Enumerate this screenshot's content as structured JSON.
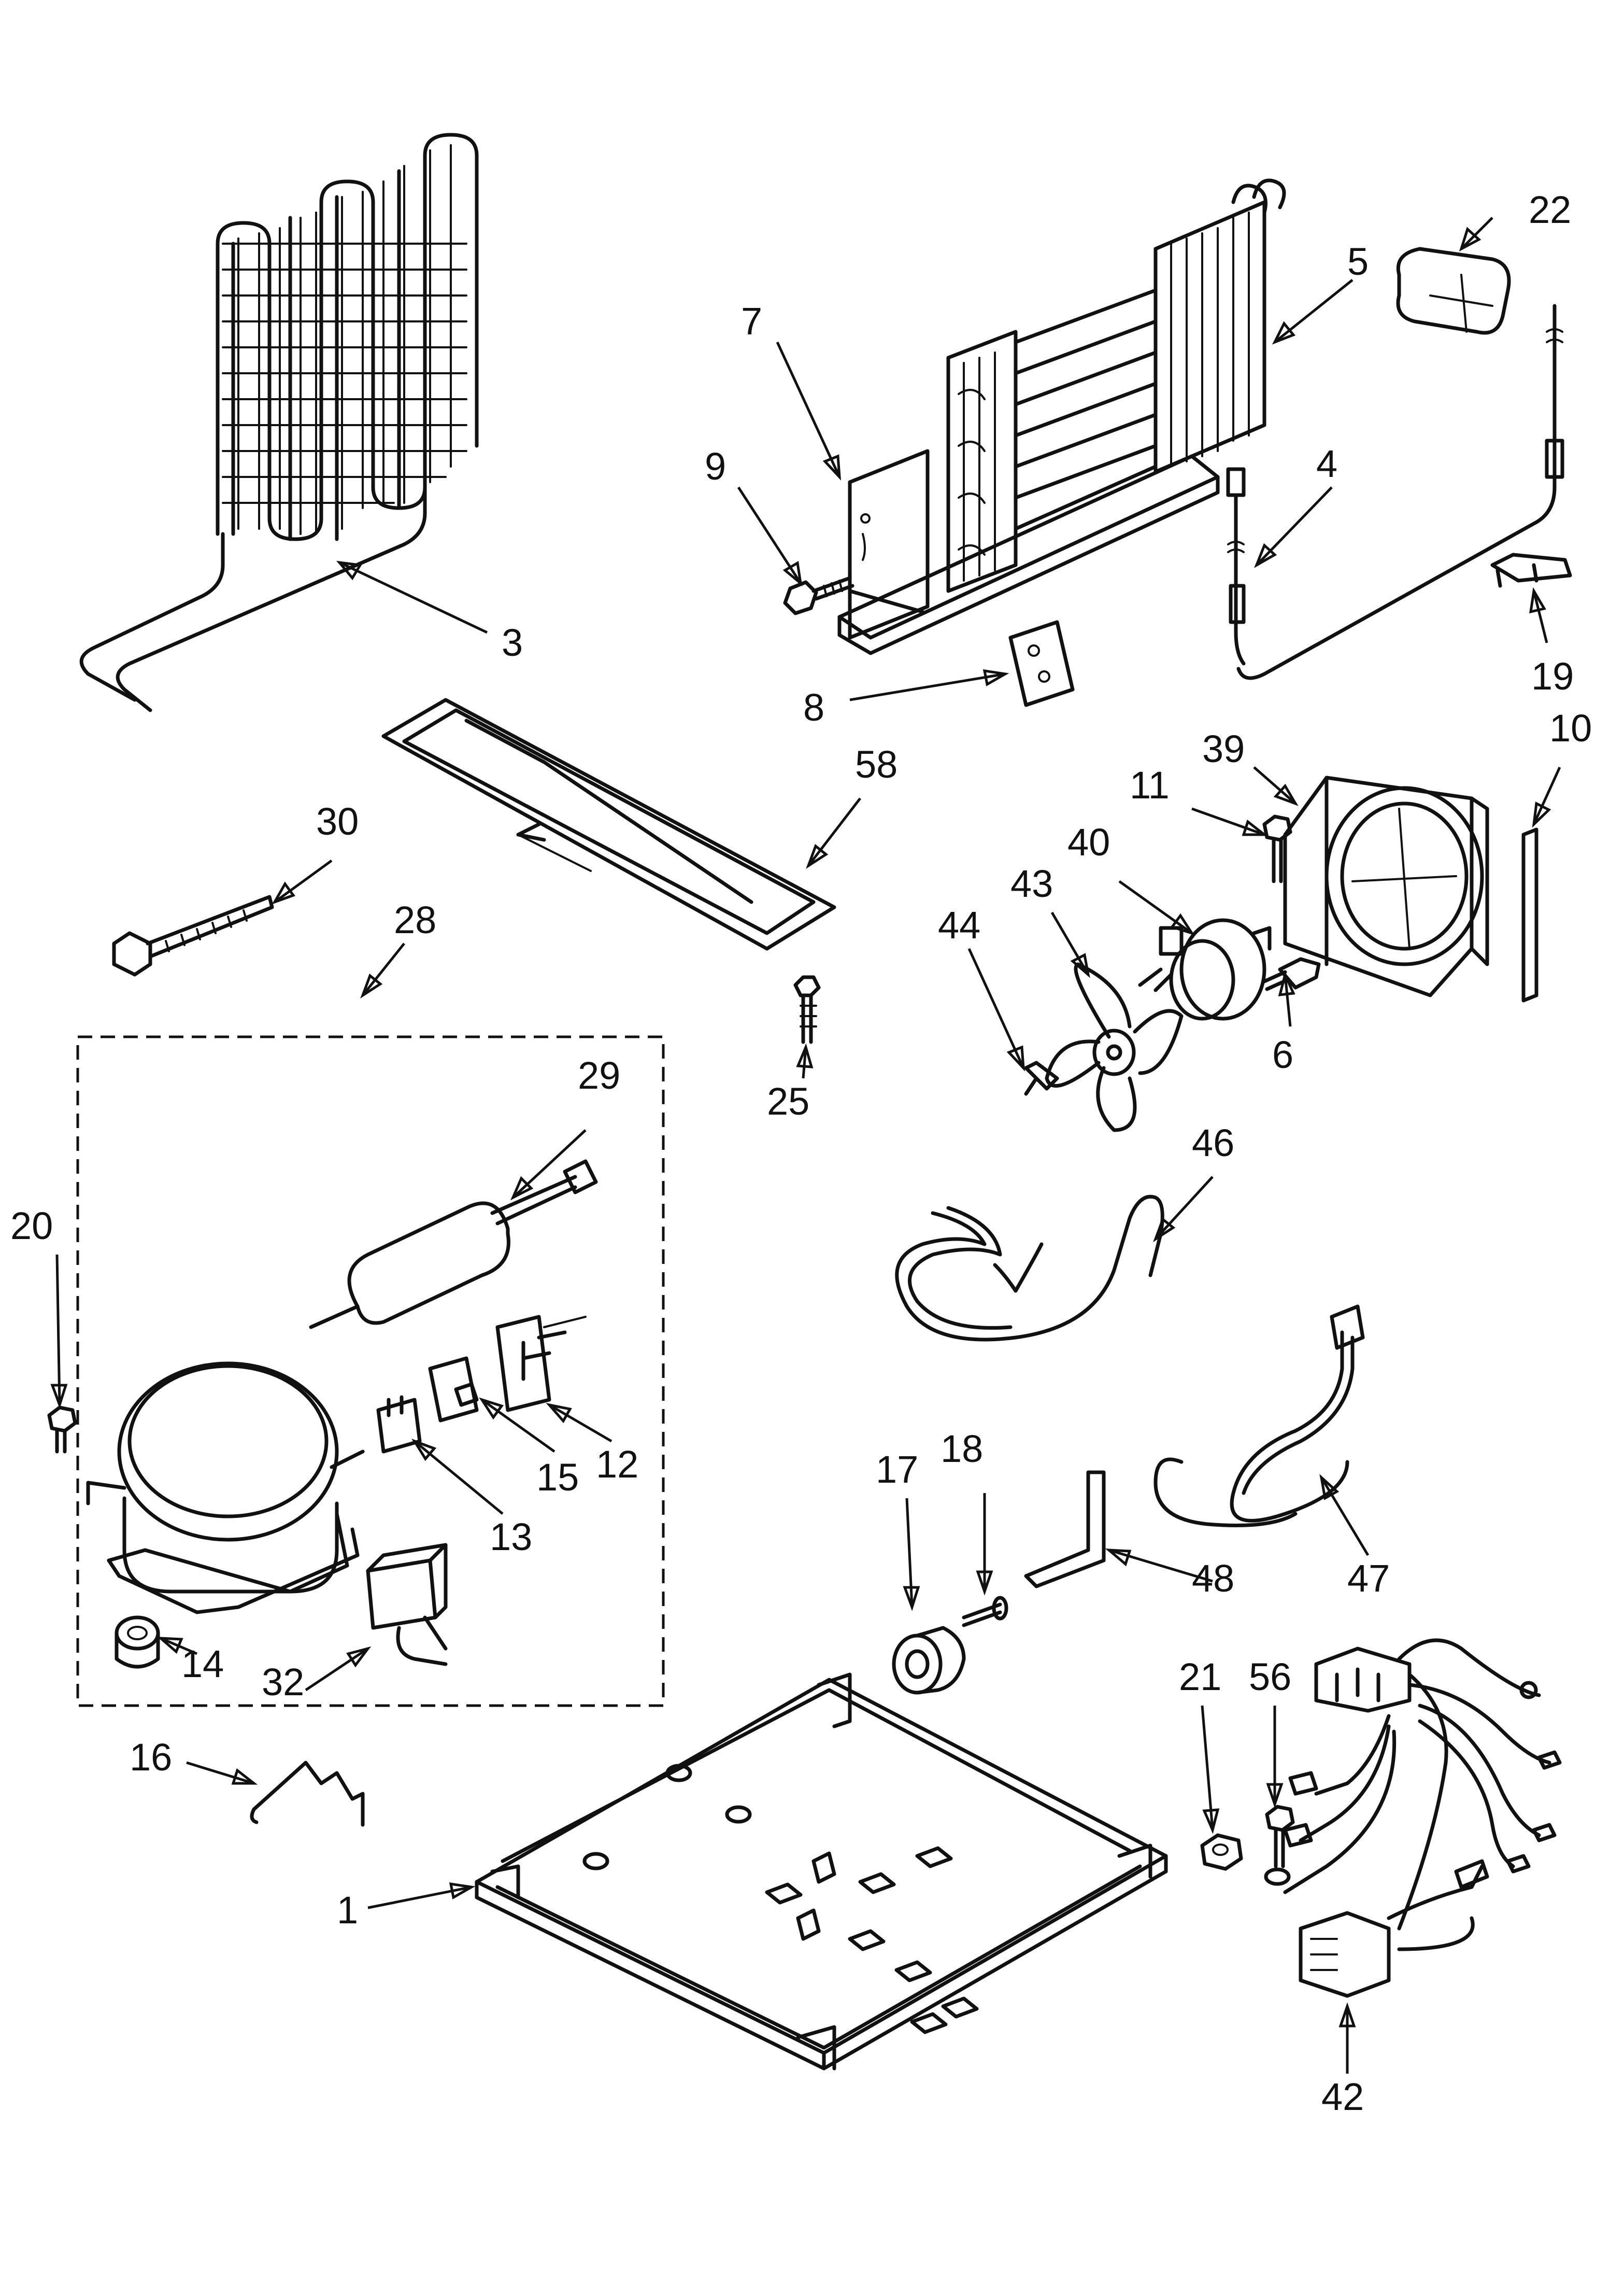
{
  "parts": [
    {
      "number": "3"
    },
    {
      "number": "22"
    },
    {
      "number": "5"
    },
    {
      "number": "7"
    },
    {
      "number": "9"
    },
    {
      "number": "4"
    },
    {
      "number": "19"
    },
    {
      "number": "8"
    },
    {
      "number": "10"
    },
    {
      "number": "58"
    },
    {
      "number": "39"
    },
    {
      "number": "11"
    },
    {
      "number": "30"
    },
    {
      "number": "40"
    },
    {
      "number": "43"
    },
    {
      "number": "44"
    },
    {
      "number": "28"
    },
    {
      "number": "6"
    },
    {
      "number": "25"
    },
    {
      "number": "29"
    },
    {
      "number": "46"
    },
    {
      "number": "20"
    },
    {
      "number": "12"
    },
    {
      "number": "15"
    },
    {
      "number": "13"
    },
    {
      "number": "14"
    },
    {
      "number": "32"
    },
    {
      "number": "17"
    },
    {
      "number": "18"
    },
    {
      "number": "48"
    },
    {
      "number": "47"
    },
    {
      "number": "21"
    },
    {
      "number": "56"
    },
    {
      "number": "16"
    },
    {
      "number": "1"
    },
    {
      "number": "42"
    }
  ]
}
